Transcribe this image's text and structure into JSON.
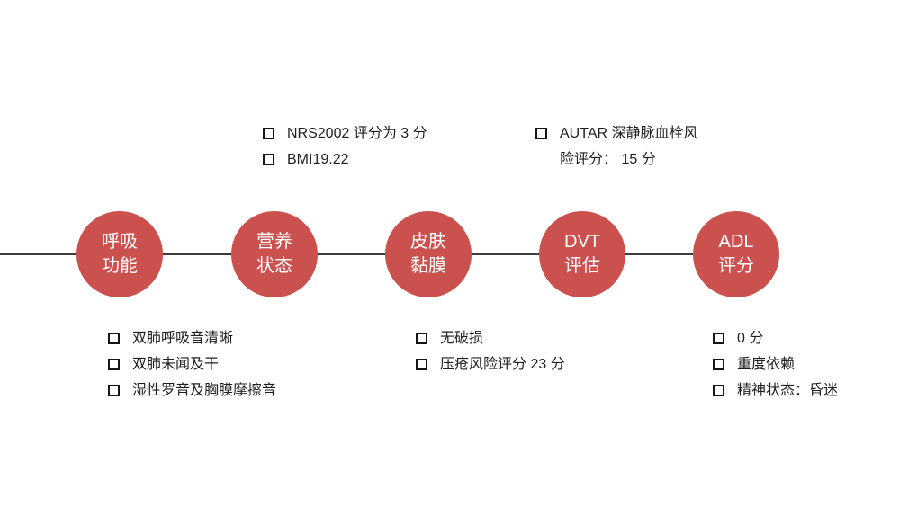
{
  "theme": {
    "background": "#ffffff",
    "circle_color": "#cb514f",
    "circle_text_color": "#ffffff",
    "line_color": "#3d3d3d",
    "text_color": "#1f1f1f"
  },
  "timeline": {
    "nodes": [
      {
        "id": "respiratory",
        "line1": "呼吸",
        "line2": "功能"
      },
      {
        "id": "nutrition",
        "line1": "营养",
        "line2": "状态"
      },
      {
        "id": "skin",
        "line1": "皮肤",
        "line2": "黏膜"
      },
      {
        "id": "dvt",
        "line1": "DVT",
        "line2": "评估"
      },
      {
        "id": "adl",
        "line1": "ADL",
        "line2": "评分"
      }
    ]
  },
  "notes": {
    "top_nutrition": {
      "items": [
        "NRS2002 评分为 3 分",
        "BMI19.22"
      ]
    },
    "top_dvt": {
      "line1": "AUTAR 深静脉血栓风",
      "line2": "险评分： 15 分"
    },
    "bottom_respiratory": {
      "items": [
        "双肺呼吸音清晰",
        "双肺未闻及干",
        "湿性罗音及胸膜摩擦音"
      ]
    },
    "bottom_skin": {
      "items": [
        "无破损",
        "压疮风险评分 23 分"
      ]
    },
    "bottom_adl": {
      "items": [
        "0 分",
        "重度依赖",
        "精神状态：昏迷"
      ]
    }
  }
}
